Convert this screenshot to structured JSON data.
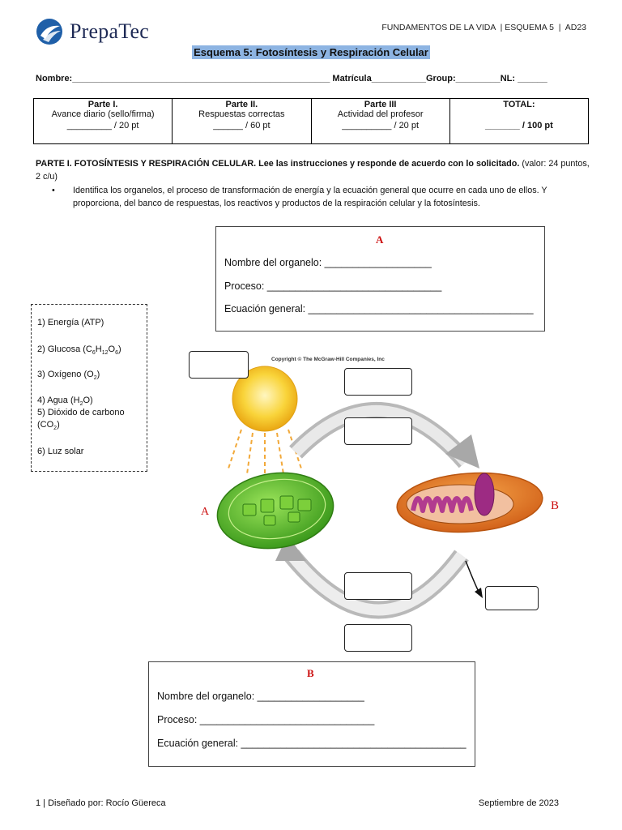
{
  "header": {
    "logo_text": "PrepaTec",
    "right_text": "FUNDAMENTOS DE LA VIDA  | ESQUEMA 5  |  AD23"
  },
  "title": "Esquema 5: Fotosíntesis y Respiración Celular",
  "student_line": "Nombre:____________________________________________________ Matrícula___________Group:_________NL: ______",
  "scores": [
    {
      "heading": "Parte I.",
      "desc": "Avance diario (sello/firma)",
      "points": "_________ / 20 pt"
    },
    {
      "heading": "Parte II.",
      "desc": "Respuestas correctas",
      "points": "______ / 60 pt"
    },
    {
      "heading": "Parte III",
      "desc": "Actividad del profesor",
      "points": "__________ / 20 pt"
    },
    {
      "heading": "TOTAL:",
      "desc": "",
      "points": "_______ / 100 pt"
    }
  ],
  "part1": {
    "heading": "PARTE I.  FOTOSÍNTESIS Y RESPIRACIÓN CELULAR. Lee las instrucciones y responde de acuerdo con lo solicitado.",
    "value": " (valor: 24 puntos, 2 c/u)",
    "bullet_symbol": "•",
    "bullet": "Identifica los organelos, el proceso de transformación de energía y la ecuación general que ocurre en cada uno de ellos. Y proporciona, del banco de respuestas, los reactivos y productos de la respiración celular y la fotosíntesis."
  },
  "box_a": {
    "letter": "A",
    "organelle": "Nombre del organelo: ___________________",
    "process": "Proceso: _______________________________",
    "equation": "Ecuación general: ________________________________________"
  },
  "box_b": {
    "letter": "B",
    "organelle": "Nombre del organelo: ___________________",
    "process": "Proceso: _______________________________",
    "equation": "Ecuación general: ________________________________________"
  },
  "answer_bank": {
    "item1": "1) Energía (ATP)",
    "item2_pre": "2) Glucosa (C",
    "item2_s1": "6",
    "item2_h": "H",
    "item2_s2": "12",
    "item2_o": "O",
    "item2_s3": "6",
    "item2_post": ")",
    "item3_pre": "3) Oxígeno (O",
    "item3_s": "2",
    "item3_post": ")",
    "item4_pre": "4) Agua (H",
    "item4_s": "2",
    "item4_post": "O)",
    "item5_a": "5) Dióxido de carbono",
    "item5_b_pre": "(CO",
    "item5_b_s": "2",
    "item5_b_post": ")",
    "item6": "6) Luz solar"
  },
  "diagram": {
    "copyright": "Copyright © The McGraw-Hill Companies, Inc",
    "label_a": "A",
    "label_b": "B",
    "sun_color": "#f7c21a",
    "chloroplast_color": "#5fbf2a",
    "mitochondrion_color": "#e8831e",
    "cristae_color": "#b23b8f"
  },
  "footer": {
    "left": "1 | Diseñado por: Rocío Güereca",
    "right": "Septiembre de 2023"
  }
}
